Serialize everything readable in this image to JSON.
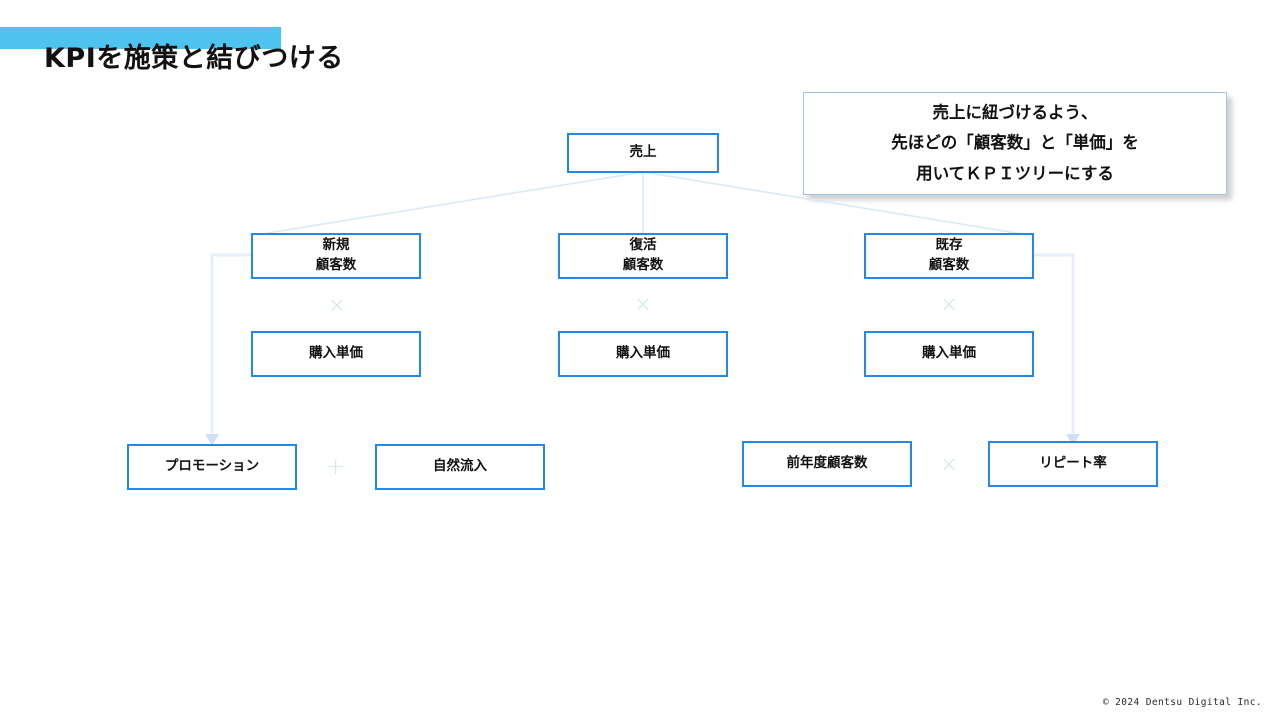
{
  "slide": {
    "title": "KPIを施策と結びつける",
    "highlight_color": "#4ec3f0",
    "box_border_color": "#2389e8",
    "connector_color": "#dbe8f8",
    "operator_color": "#c9e9e6",
    "footer": "© 2024 Dentsu Digital Inc."
  },
  "callout": {
    "name": "explanation-callout",
    "lines": [
      "売上に紐づけるよう、",
      "先ほどの「顧客数」と「単価」を",
      "用いてＫＰＩツリーにする"
    ]
  },
  "tree": {
    "root": {
      "label": "売上"
    },
    "level2": [
      {
        "label_line1": "新規",
        "label_line2": "顧客数"
      },
      {
        "label_line1": "復活",
        "label_line2": "顧客数"
      },
      {
        "label_line1": "既存",
        "label_line2": "顧客数"
      }
    ],
    "level3": [
      {
        "label": "購入単価"
      },
      {
        "label": "購入単価"
      },
      {
        "label": "購入単価"
      }
    ],
    "operators_level2_3": [
      "×",
      "×",
      "×"
    ],
    "level4": [
      {
        "label": "プロモーション"
      },
      {
        "label": "自然流入"
      },
      {
        "label": "前年度顧客数"
      },
      {
        "label": "リピート率"
      }
    ],
    "operator_promotion_organic": "+",
    "operator_lastyear_repeat": "×"
  }
}
